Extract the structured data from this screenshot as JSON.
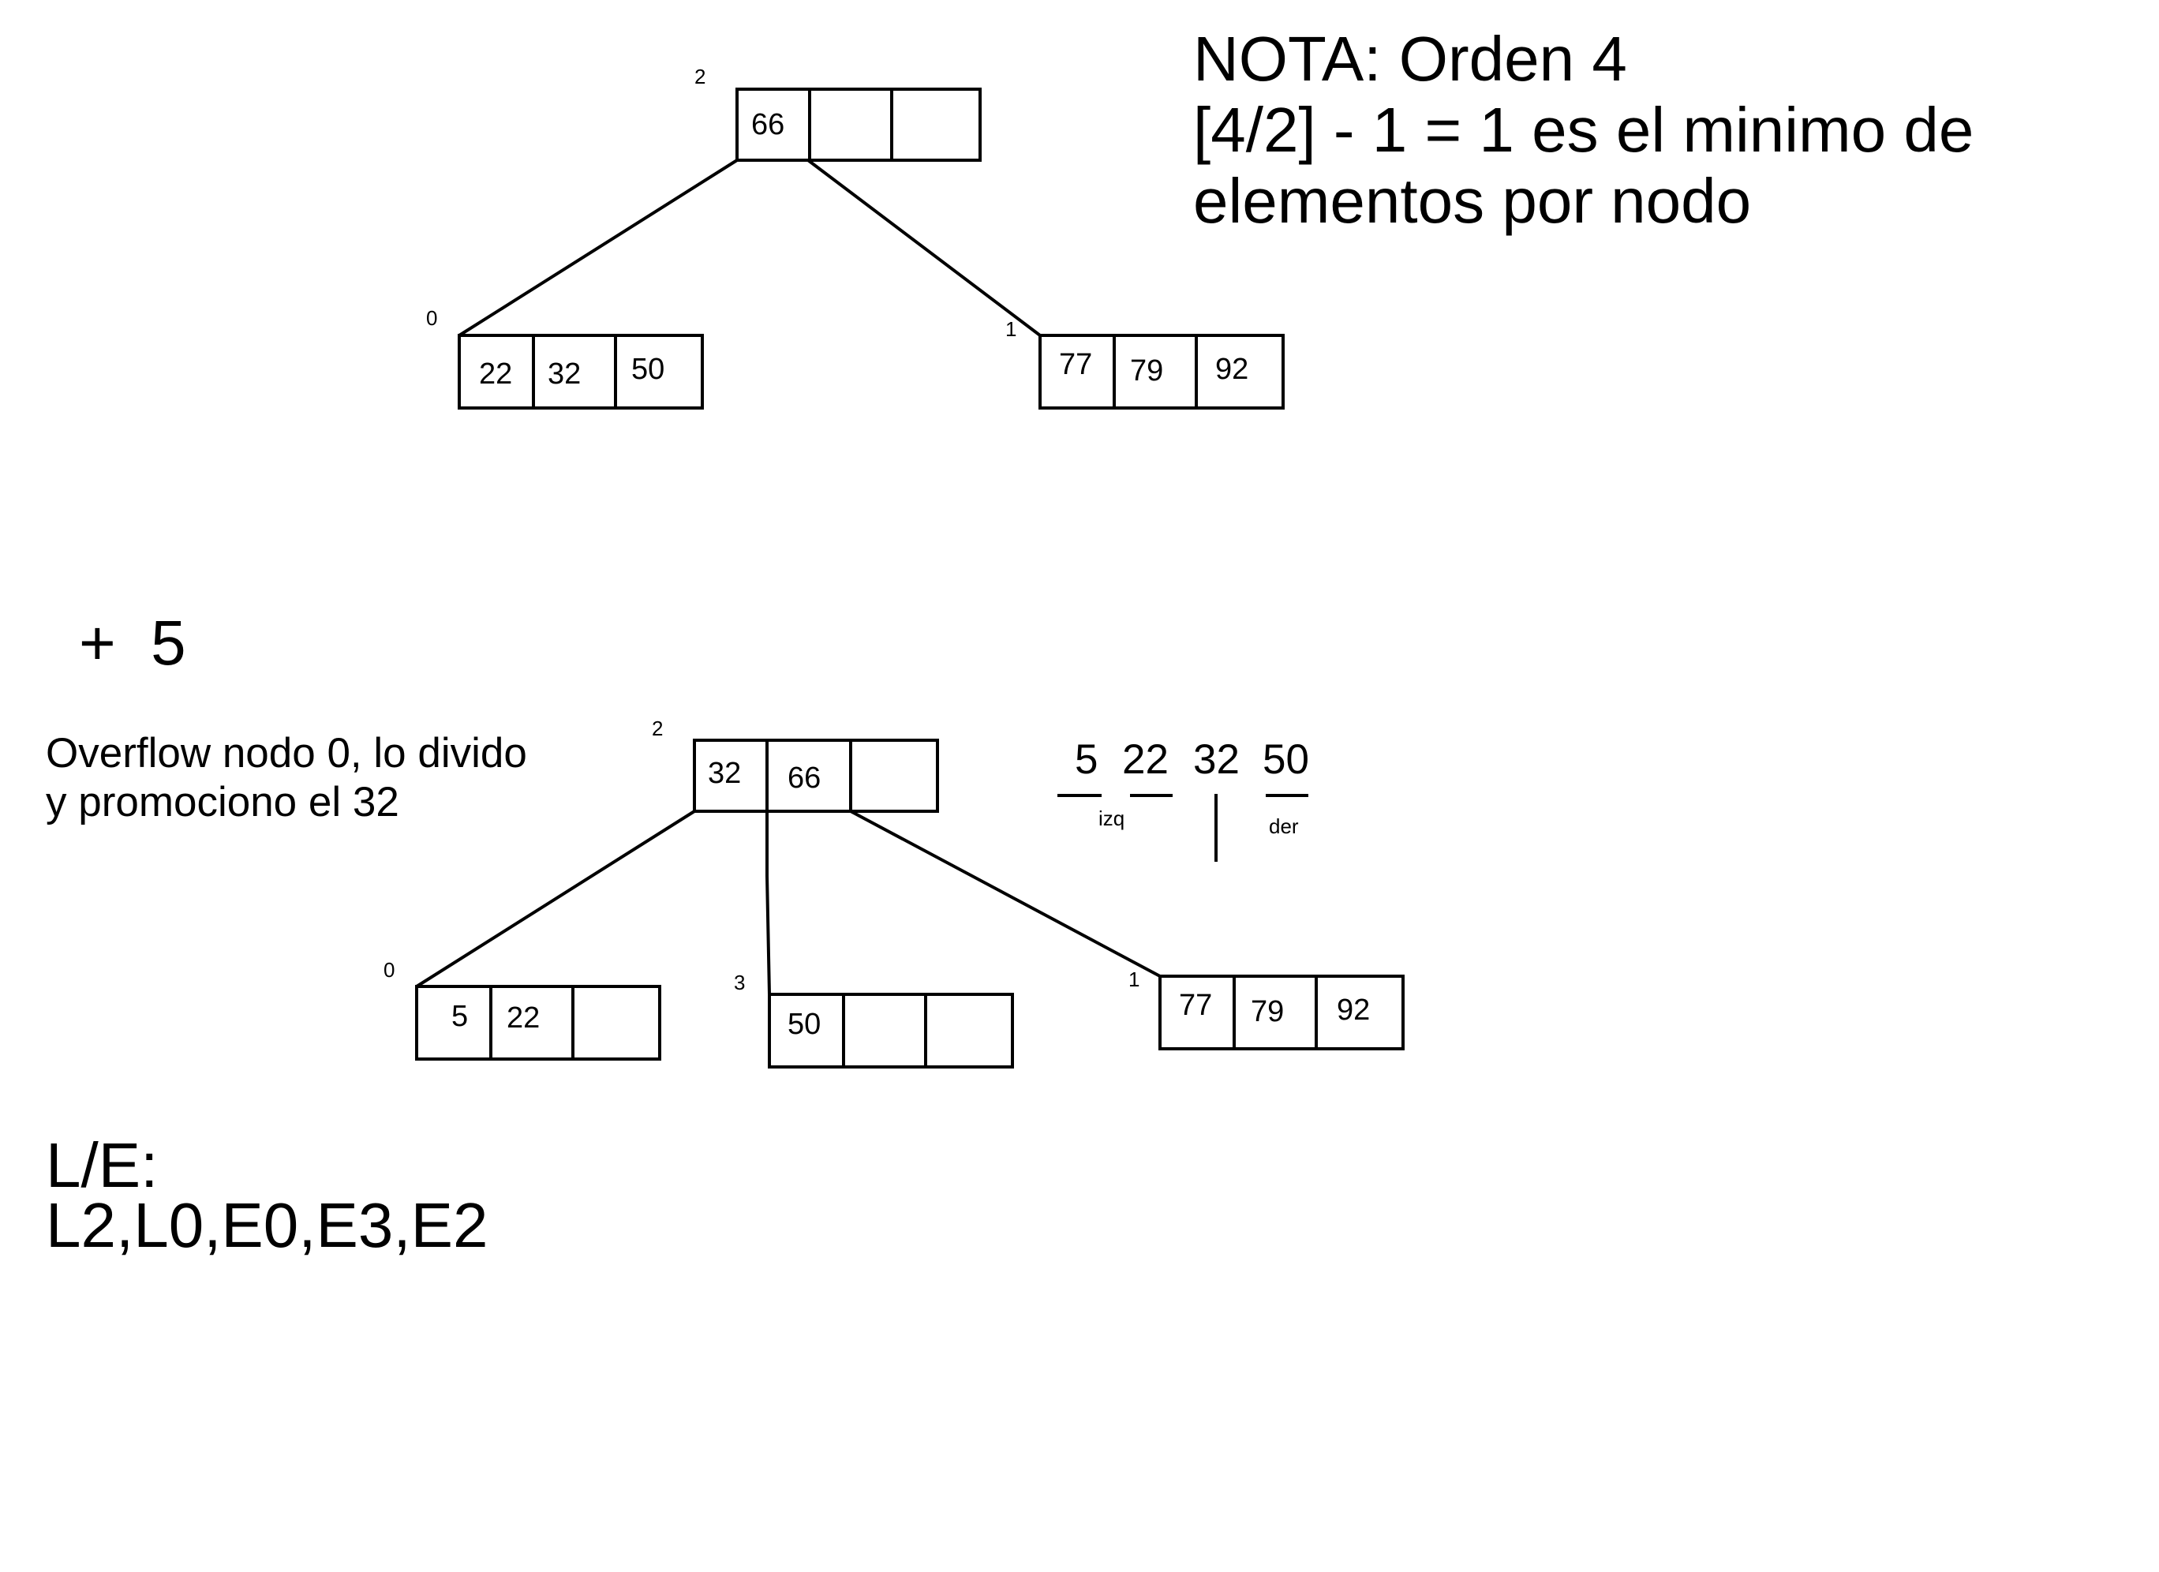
{
  "note": {
    "line1": "NOTA: Orden 4",
    "line2": "[4/2] - 1 = 1 es el minimo de",
    "line3": "elementos por nodo"
  },
  "tree_before": {
    "root": {
      "id": "2",
      "keys": [
        "66",
        "",
        ""
      ]
    },
    "left": {
      "id": "0",
      "keys": [
        "22",
        "32",
        "50"
      ]
    },
    "right": {
      "id": "1",
      "keys": [
        "77",
        "79",
        "92"
      ]
    }
  },
  "insert_label": "+  5",
  "explanation": {
    "line1": "Overflow nodo 0, lo divido",
    "line2": "y promociono el 32"
  },
  "tree_after": {
    "root": {
      "id": "2",
      "keys": [
        "32",
        "66",
        ""
      ]
    },
    "node0": {
      "id": "0",
      "keys": [
        "5",
        "22",
        ""
      ]
    },
    "node3": {
      "id": "3",
      "keys": [
        "50",
        "",
        ""
      ]
    },
    "node1": {
      "id": "1",
      "keys": [
        "77",
        "79",
        "92"
      ]
    }
  },
  "split_sketch": {
    "values": [
      "5",
      "22",
      "32",
      "50"
    ],
    "left_label": "izq",
    "right_label": "der"
  },
  "le": {
    "title": "L/E:",
    "sequence": "L2,L0,E0,E3,E2"
  }
}
